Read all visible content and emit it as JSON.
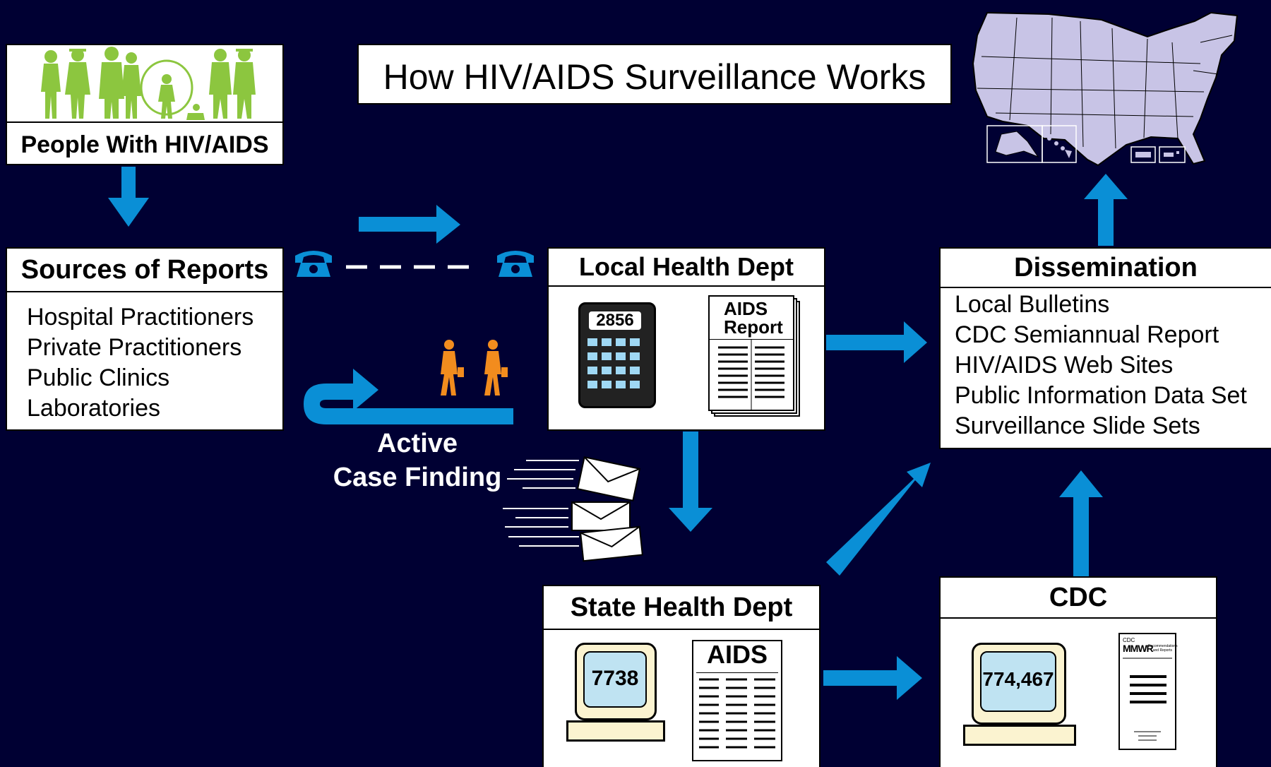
{
  "title": "How HIV/AIDS Surveillance Works",
  "people": {
    "label": "People With HIV/AIDS"
  },
  "sources": {
    "title": "Sources of Reports",
    "items": [
      "Hospital Practitioners",
      "Private Practitioners",
      "Public Clinics",
      "Laboratories"
    ]
  },
  "local": {
    "title": "Local Health Dept",
    "calculator_value": "2856",
    "report_line1": "AIDS",
    "report_line2": "Report"
  },
  "state": {
    "title": "State Health Dept",
    "computer_value": "7738",
    "report_title": "AIDS"
  },
  "cdc": {
    "title": "CDC",
    "computer_value": "774,467",
    "doc_small": "CDC",
    "doc_brand": "MMWR",
    "doc_sub": "Recommendations and Reports"
  },
  "dissemination": {
    "title": "Dissemination",
    "items": [
      "Local Bulletins",
      "CDC Semiannual Report",
      "HIV/AIDS Web Sites",
      "Public Information Data Set",
      "Surveillance Slide Sets"
    ]
  },
  "active_case": {
    "line1": "Active",
    "line2": "Case Finding"
  },
  "colors": {
    "background": "#000033",
    "arrow": "#0a8fd6",
    "people": "#8cc63f",
    "walkers": "#f28c1e",
    "map": "#c8c4e6"
  }
}
